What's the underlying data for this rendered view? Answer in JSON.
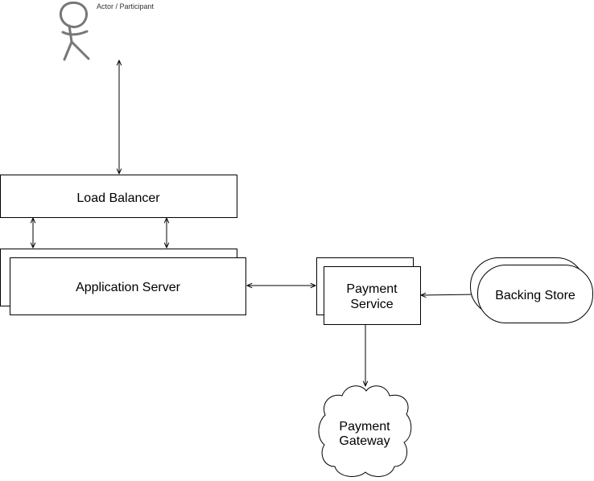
{
  "diagram": {
    "actor": {
      "label": "Actor / Participant"
    },
    "load_balancer": {
      "label": "Load Balancer"
    },
    "app_server": {
      "label": "Application Server"
    },
    "payment_service": {
      "line1": "Payment",
      "line2": "Service"
    },
    "backing_store": {
      "label": "Backing Store"
    },
    "payment_gateway": {
      "line1": "Payment",
      "line2": "Gateway"
    }
  },
  "colors": {
    "stroke": "#000000",
    "fill": "#ffffff",
    "actor_stroke": "#777777"
  }
}
